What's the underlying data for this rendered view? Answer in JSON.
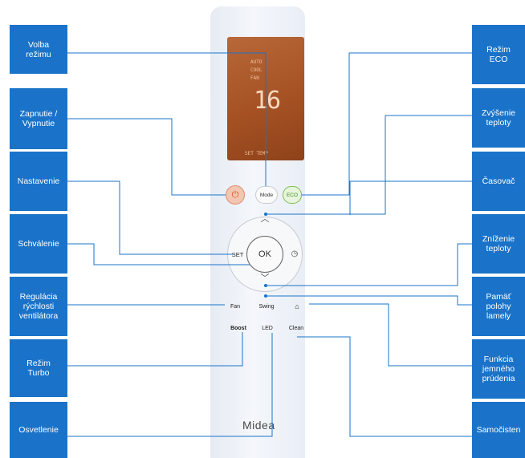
{
  "labels_left": [
    {
      "id": "volba-rezimu",
      "text": "Volba\nrežimu"
    },
    {
      "id": "zapnutie-vypnutie",
      "text": "Zapnutie /\nVypnutie"
    },
    {
      "id": "nastavenie",
      "text": "Nastavenie"
    },
    {
      "id": "schvalenie",
      "text": "Schválenie"
    },
    {
      "id": "regulacia-rychlosti",
      "text": "Regulácia\nrýchlosti\nventilátora"
    },
    {
      "id": "rezim-turbo",
      "text": "Režim\nTurbo"
    },
    {
      "id": "osvetlenie",
      "text": "Osvetlenie"
    }
  ],
  "labels_right": [
    {
      "id": "rezim-eco",
      "text": "Režim\nECO"
    },
    {
      "id": "zvysenie-teploty",
      "text": "Zvýšenie\nteploty"
    },
    {
      "id": "casovac",
      "text": "Časovač"
    },
    {
      "id": "znizenie-teploty",
      "text": "Zníženie\nteploty"
    },
    {
      "id": "pamat-polohy",
      "text": "Pamäť\npolohy\nlamely"
    },
    {
      "id": "funkcia-jemneho",
      "text": "Funkcia\njemného\nprúdenia"
    },
    {
      "id": "samocistenie",
      "text": "Samočisten"
    }
  ],
  "remote": {
    "brand": "Midea",
    "display_temp": "16",
    "display_small_1": "AUTO",
    "display_small_2": "COOL",
    "display_small_3": "FAN",
    "display_small_4": "SET TEMP",
    "btn_mode": "Mode",
    "btn_eco": "ECO",
    "btn_ok": "OK",
    "btn_set": "SET",
    "btn_fan": "Fan",
    "btn_swing": "Swing",
    "btn_boost": "Boost",
    "btn_led": "LED",
    "btn_clean": "Clean"
  },
  "colors": {
    "label_bg": "#1a73c9",
    "line": "#1a73c9",
    "lcd": "#a55124"
  }
}
